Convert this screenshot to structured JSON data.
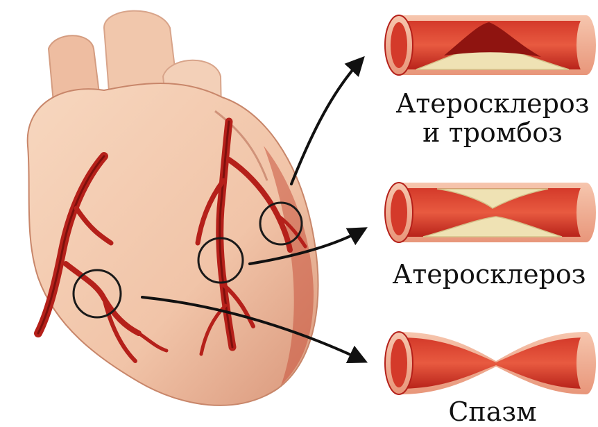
{
  "captions": {
    "atherosclerosis_thrombosis_line1": "Атеросклероз",
    "atherosclerosis_thrombosis_line2": "и тромбоз",
    "atherosclerosis": "Атеросклероз",
    "spasm": "Спазм"
  },
  "colors": {
    "heart_skin": "#f3cbb0",
    "heart_shadow": "#d89a7b",
    "artery": "#b5201a",
    "artery_dark": "#7d100c",
    "vessel_wall": "#c8281e",
    "vessel_lumen": "#e04a34",
    "vessel_rim": "#f4b59a",
    "plaque": "#efe2b4",
    "clot": "#8f1410",
    "arrow": "#111111",
    "text": "#111111"
  }
}
